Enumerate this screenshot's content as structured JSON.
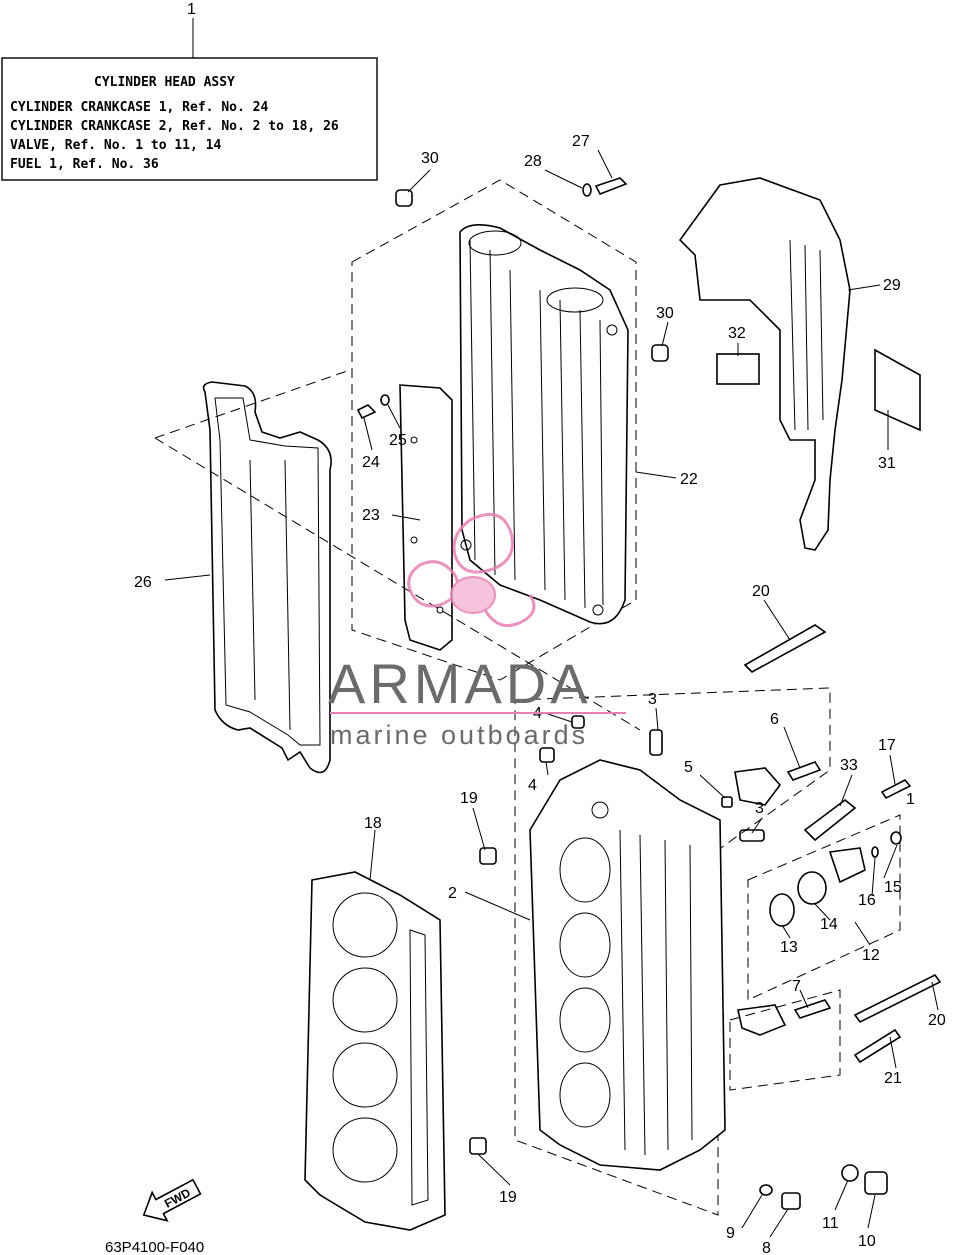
{
  "info_box": {
    "title": "CYLINDER HEAD ASSY",
    "lines": [
      "CYLINDER CRANKCASE 1, Ref. No. 24",
      "CYLINDER CRANKCASE 2, Ref. No. 2 to 18, 26",
      "VALVE,  Ref. No. 1 to 11, 14",
      "FUEL 1, Ref. No. 36"
    ]
  },
  "watermark": {
    "brand": "ARMADA",
    "tagline": "marine outboards",
    "color": "#e87fb4"
  },
  "fwd_label": "FWD",
  "diagram_code": "63P4100-F040",
  "callouts": {
    "c1_top": "1",
    "c30_a": "30",
    "c28": "28",
    "c27": "27",
    "c30_b": "30",
    "c29": "29",
    "c32": "32",
    "c31": "31",
    "c25": "25",
    "c24": "24",
    "c23": "23",
    "c22": "22",
    "c26": "26",
    "c20_a": "20",
    "c3_a": "3",
    "c4_a": "4",
    "c4_b": "4",
    "c6": "6",
    "c5": "5",
    "c33": "33",
    "c17": "17",
    "c1_b": "1",
    "c19_a": "19",
    "c3_b": "3",
    "c18": "18",
    "c16": "16",
    "c15": "15",
    "c2": "2",
    "c13": "13",
    "c14": "14",
    "c12": "12",
    "c7": "7",
    "c20_b": "20",
    "c21": "21",
    "c19_b": "19",
    "c11": "11",
    "c10": "10",
    "c9": "9",
    "c8": "8"
  }
}
